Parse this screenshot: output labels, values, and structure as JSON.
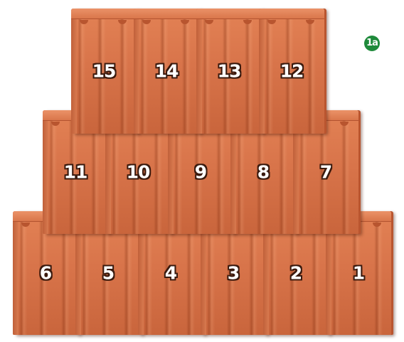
{
  "badge": {
    "label": "1a",
    "color": "#1f8a3b"
  },
  "tile_color": "#d8744a",
  "rows": [
    {
      "tiles": [
        {
          "number": "15"
        },
        {
          "number": "14"
        },
        {
          "number": "13"
        },
        {
          "number": "12"
        }
      ]
    },
    {
      "tiles": [
        {
          "number": "11"
        },
        {
          "number": "10"
        },
        {
          "number": "9"
        },
        {
          "number": "8"
        },
        {
          "number": "7"
        }
      ]
    },
    {
      "tiles": [
        {
          "number": "6"
        },
        {
          "number": "5"
        },
        {
          "number": "4"
        },
        {
          "number": "3"
        },
        {
          "number": "2"
        },
        {
          "number": "1"
        }
      ]
    }
  ]
}
